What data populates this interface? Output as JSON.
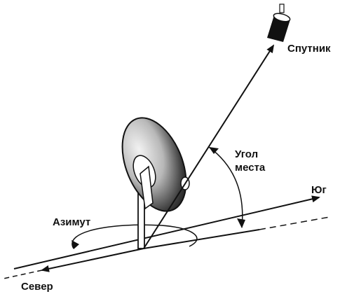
{
  "labels": {
    "satellite": "Спутник",
    "elevation_line1": "Угол",
    "elevation_line2": "места",
    "south": "Юг",
    "azimuth": "Азимут",
    "north": "Север"
  },
  "colors": {
    "ink": "#111111",
    "dish_light": "#dcdcdc",
    "dish_dark": "#141414",
    "background": "#ffffff"
  }
}
